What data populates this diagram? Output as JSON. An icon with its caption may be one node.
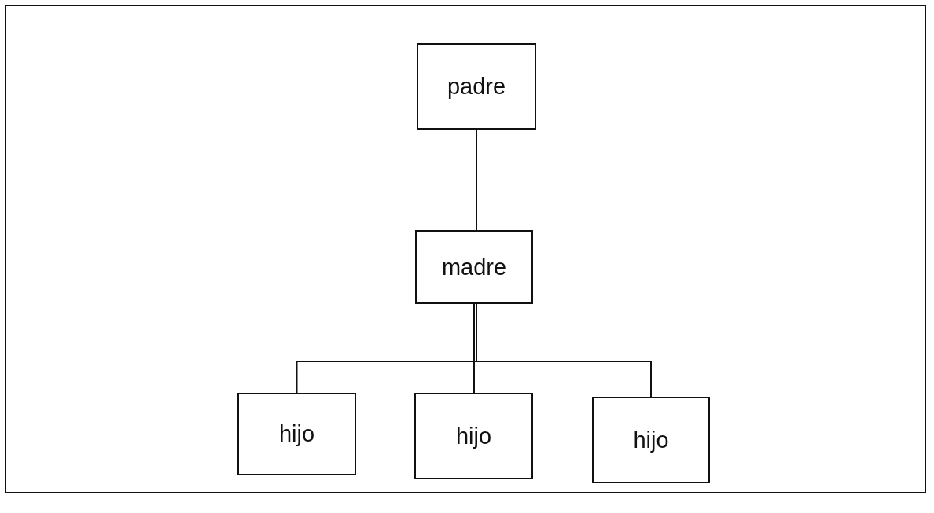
{
  "diagram": {
    "nodes": [
      {
        "text": [
          "padre"
        ]
      },
      {
        "text": [
          "madre"
        ]
      },
      {
        "text": [
          "hijo"
        ]
      },
      {
        "text": [
          "hijo"
        ]
      },
      {
        "text": [
          "hijo"
        ]
      }
    ],
    "edges": [
      {
        "from": 0,
        "to": 1,
        "arrow": "none"
      },
      {
        "from": 1,
        "to": 2,
        "arrow": "none"
      },
      {
        "from": 1,
        "to": 3,
        "arrow": "none"
      },
      {
        "from": 1,
        "to": 4,
        "arrow": "none"
      }
    ]
  }
}
